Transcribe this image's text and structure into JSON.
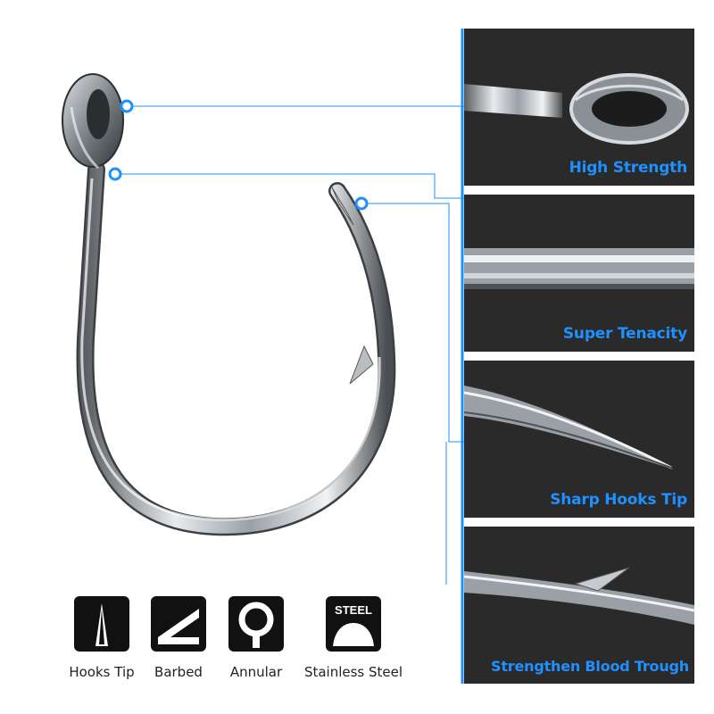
{
  "callouts": [
    {
      "label": "High Strength"
    },
    {
      "label": "Super Tenacity"
    },
    {
      "label": "Sharp Hooks Tip"
    },
    {
      "label": "Strengthen Blood Trough"
    }
  ],
  "features": [
    {
      "label": "Hooks Tip",
      "icon": "hook-tip-icon"
    },
    {
      "label": "Barbed",
      "icon": "barb-icon"
    },
    {
      "label": "Annular",
      "icon": "ring-eye-icon"
    },
    {
      "label": "Stainless Steel",
      "icon": "steel-icon",
      "badge_text": "STEEL"
    }
  ],
  "colors": {
    "accent": "#1e90ff",
    "panel_bg": "#2a2a2a",
    "icon_bg": "#111111"
  }
}
